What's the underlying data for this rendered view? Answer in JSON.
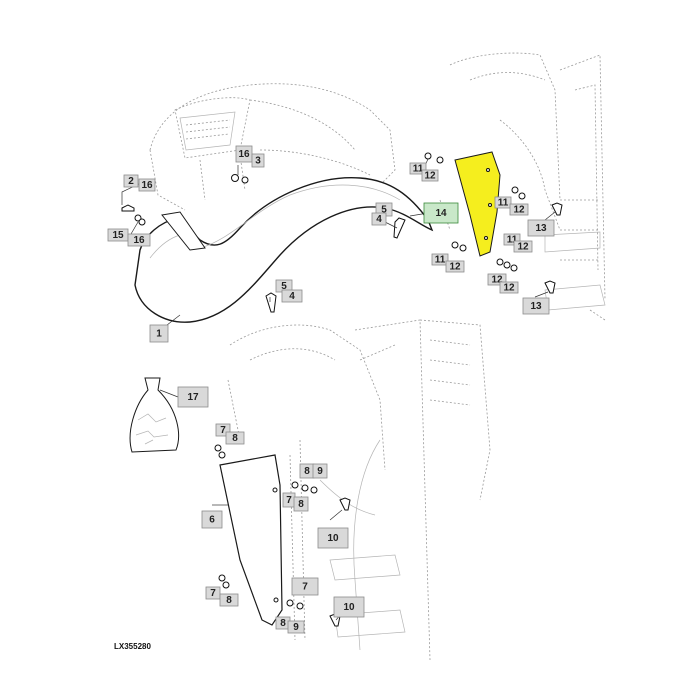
{
  "drawing_id": "LX355280",
  "highlight_color": "#f5ee1e",
  "callouts": [
    {
      "id": "c16a",
      "label": "16"
    },
    {
      "id": "c3",
      "label": "3"
    },
    {
      "id": "c2",
      "label": "2"
    },
    {
      "id": "c16b",
      "label": "16"
    },
    {
      "id": "c15",
      "label": "15"
    },
    {
      "id": "c16c",
      "label": "16"
    },
    {
      "id": "c5a",
      "label": "5"
    },
    {
      "id": "c4a",
      "label": "4"
    },
    {
      "id": "c14",
      "label": "14"
    },
    {
      "id": "c11a",
      "label": "11"
    },
    {
      "id": "c12a",
      "label": "12"
    },
    {
      "id": "c11b",
      "label": "11"
    },
    {
      "id": "c12b",
      "label": "12"
    },
    {
      "id": "c13a",
      "label": "13"
    },
    {
      "id": "c11c",
      "label": "11"
    },
    {
      "id": "c12c",
      "label": "12"
    },
    {
      "id": "c11d",
      "label": "11"
    },
    {
      "id": "c12d",
      "label": "12"
    },
    {
      "id": "c12e",
      "label": "12"
    },
    {
      "id": "c12f",
      "label": "12"
    },
    {
      "id": "c13b",
      "label": "13"
    },
    {
      "id": "c5b",
      "label": "5"
    },
    {
      "id": "c4b",
      "label": "4"
    },
    {
      "id": "c1",
      "label": "1"
    },
    {
      "id": "c17",
      "label": "17"
    },
    {
      "id": "c7a",
      "label": "7"
    },
    {
      "id": "c8a",
      "label": "8"
    },
    {
      "id": "c8b",
      "label": "8"
    },
    {
      "id": "c9a",
      "label": "9"
    },
    {
      "id": "c7b",
      "label": "7"
    },
    {
      "id": "c8c",
      "label": "8"
    },
    {
      "id": "c6",
      "label": "6"
    },
    {
      "id": "c10a",
      "label": "10"
    },
    {
      "id": "c7c",
      "label": "7"
    },
    {
      "id": "c8d",
      "label": "8"
    },
    {
      "id": "c7d",
      "label": "7"
    },
    {
      "id": "c8e",
      "label": "8"
    },
    {
      "id": "c9b",
      "label": "9"
    },
    {
      "id": "c10b",
      "label": "10"
    }
  ]
}
